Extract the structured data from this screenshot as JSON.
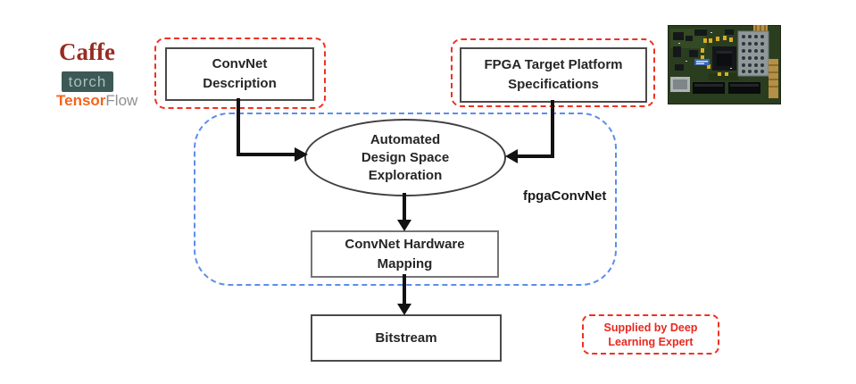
{
  "logos": {
    "caffe": {
      "text": "Caffe",
      "color": "#992b22"
    },
    "torch": {
      "text": "torch",
      "bg_color": "#3c5956",
      "text_color": "#a9c0bb"
    },
    "tensorflow": {
      "part1": "Tensor",
      "part2": "Flow",
      "part1_color": "#f4641d",
      "part2_color": "#8f9093"
    }
  },
  "diagram": {
    "convnet_description": {
      "line1": "ConvNet",
      "line2": "Description"
    },
    "fpga_platform": {
      "line1": "FPGA Target Platform",
      "line2": "Specifications"
    },
    "design_space_exploration": {
      "line1": "Automated",
      "line2": "Design Space",
      "line3": "Exploration"
    },
    "hardware_mapping": {
      "line1": "ConvNet Hardware",
      "line2": "Mapping"
    },
    "bitstream": {
      "label": "Bitstream"
    },
    "framework_label": "fpgaConvNet"
  },
  "legend": {
    "line1": "Supplied by Deep",
    "line2": "Learning Expert",
    "border_color": "#ee3124",
    "text_color": "#e8281e"
  },
  "icons": {
    "fpga_board": "fpga-development-board-photo"
  },
  "colors": {
    "dashed_red": "#ee3124",
    "dashed_blue": "#5d8de9",
    "arrow": "#121212",
    "node_border": "#4a4a4a",
    "node_text": "#262626",
    "background": "#ffffff"
  }
}
